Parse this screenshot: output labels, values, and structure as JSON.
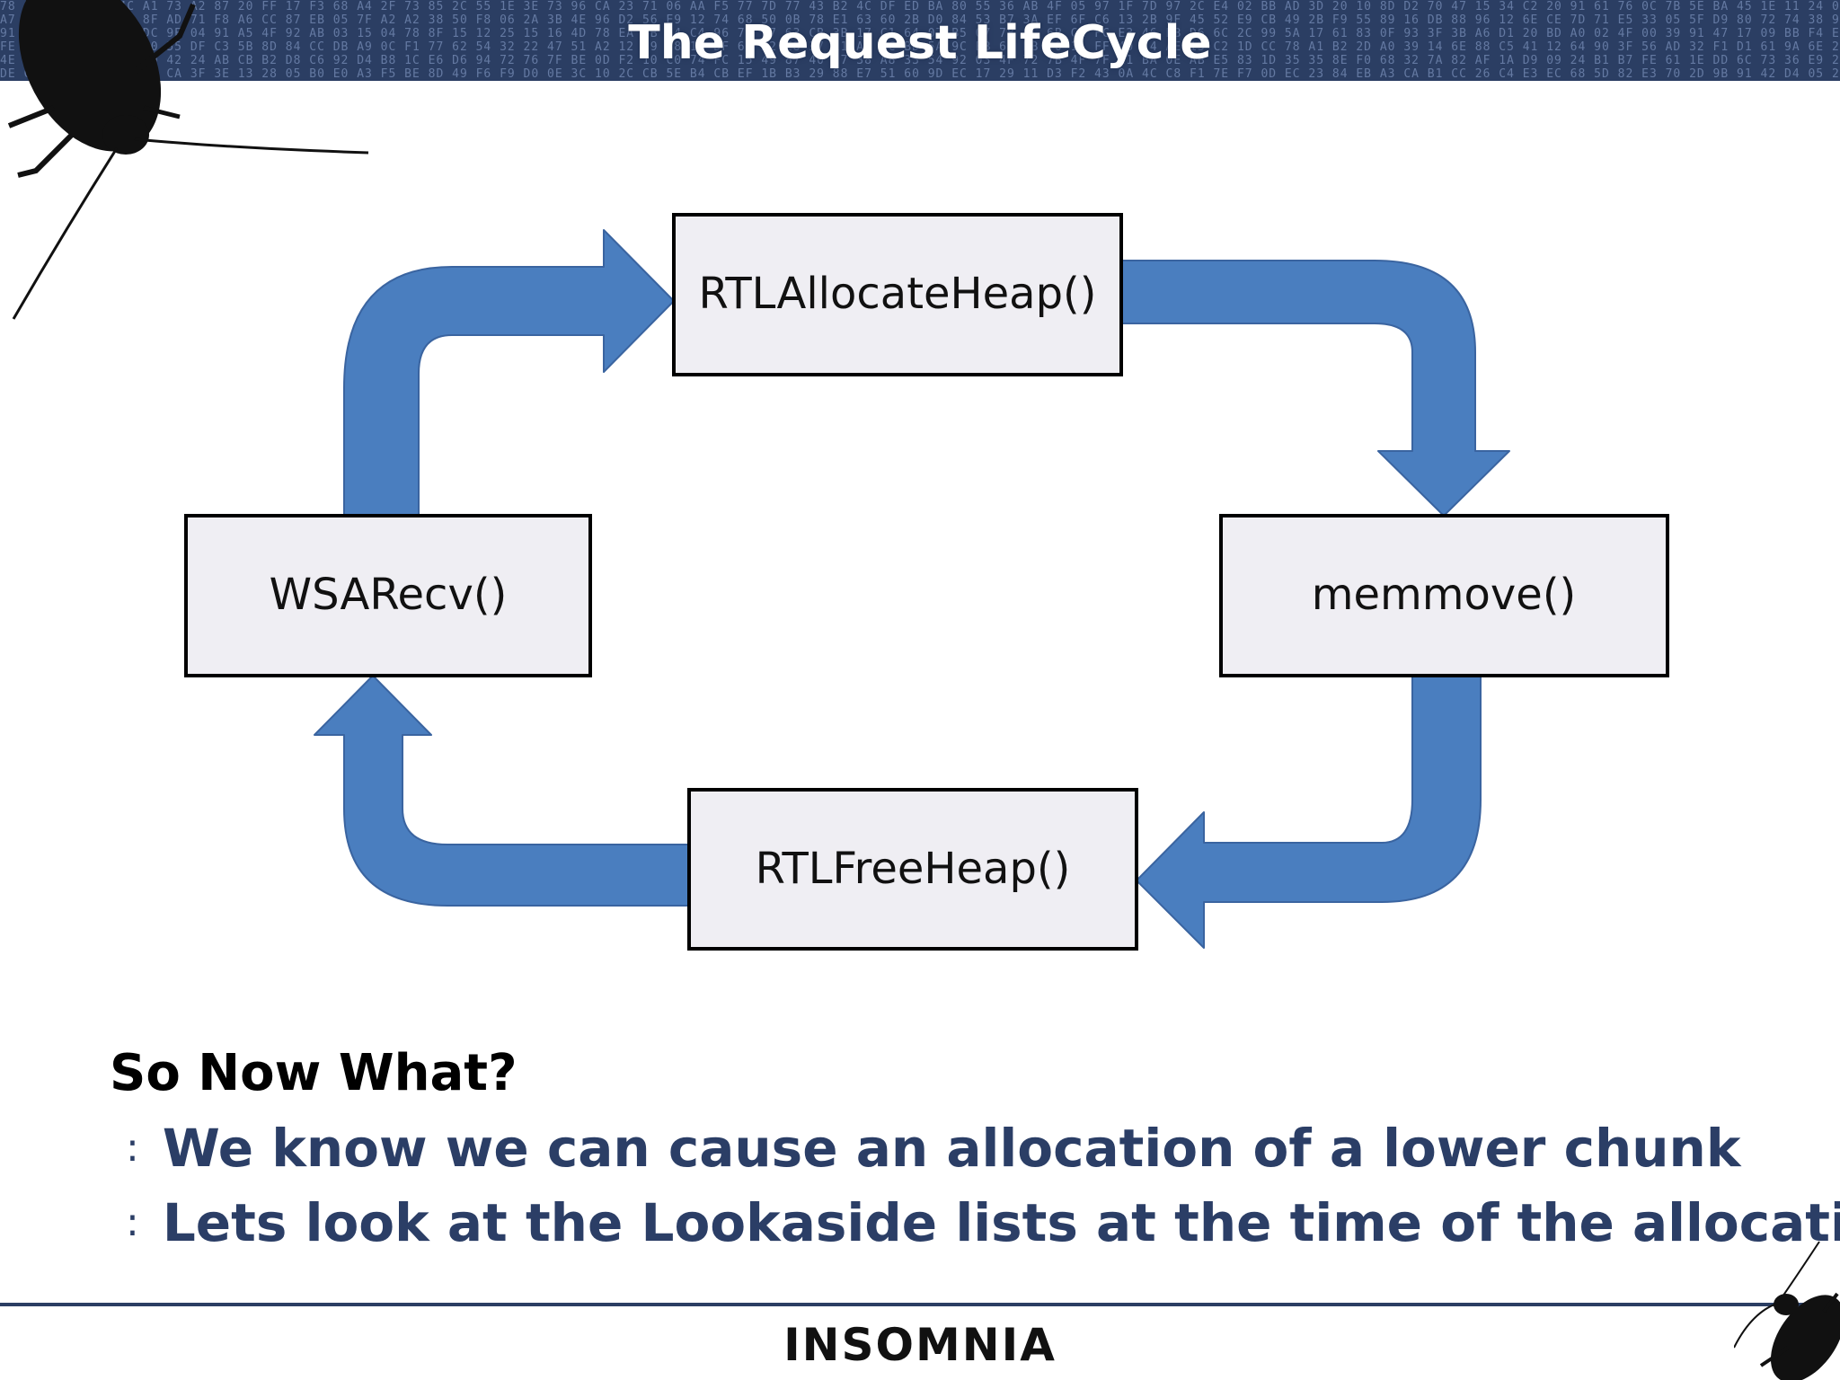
{
  "slide": {
    "title": "The Request LifeCycle"
  },
  "diagram": {
    "nodes": [
      {
        "id": "alloc",
        "label": "RTLAllocateHeap()"
      },
      {
        "id": "memmove",
        "label": "memmove()"
      },
      {
        "id": "free",
        "label": "RTLFreeHeap()"
      },
      {
        "id": "recv",
        "label": "WSARecv()"
      }
    ],
    "edges": [
      {
        "from": "recv",
        "to": "alloc"
      },
      {
        "from": "alloc",
        "to": "memmove"
      },
      {
        "from": "memmove",
        "to": "free"
      },
      {
        "from": "free",
        "to": "recv"
      }
    ],
    "arrow_color": "#4a7ebf",
    "arrow_outline": "#3a64a0"
  },
  "content": {
    "heading": "So Now What?",
    "bullet_marker": ":",
    "bullets": [
      "We know we can cause an allocation of a lower chunk",
      "Lets look at the Lookaside lists at the time of the allocation"
    ]
  },
  "footer": {
    "logo_text": "INSOMNIA"
  },
  "theme": {
    "header_bg": "#2b3e63",
    "bullet_text": "#2b3e66"
  }
}
